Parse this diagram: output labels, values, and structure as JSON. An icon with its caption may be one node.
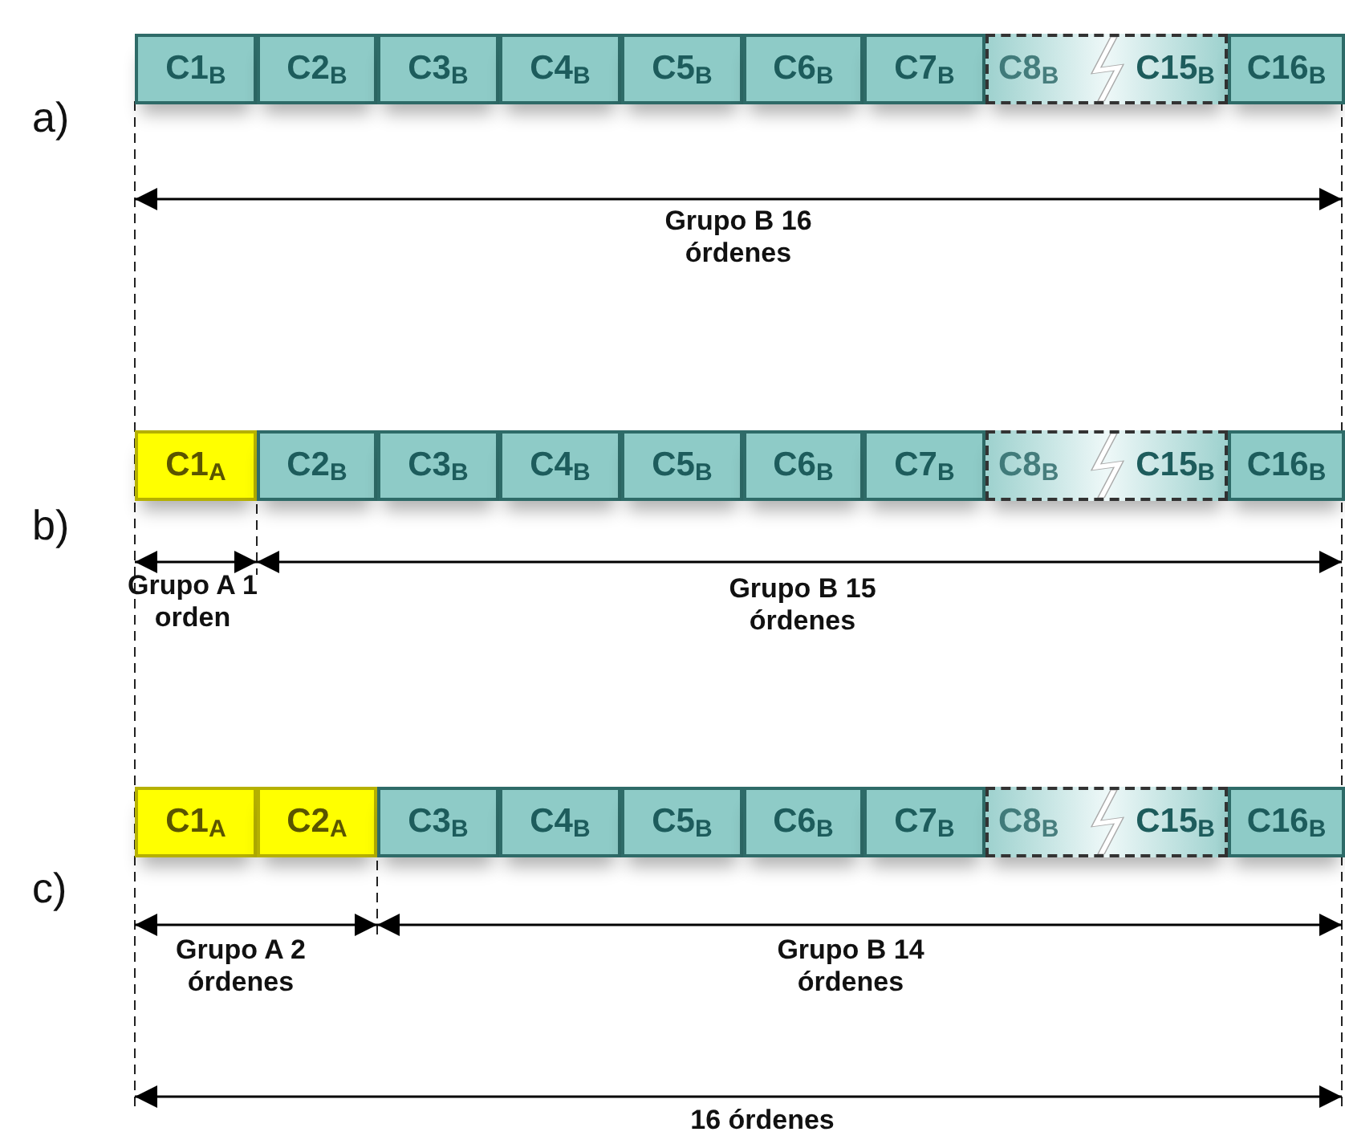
{
  "diagram": {
    "nodes": [
      {
        "text": [
          "C1$_{B}$"
        ]
      },
      {
        "text": [
          "C2$_{B}$"
        ]
      },
      {
        "text": [
          "C3$_{B}$"
        ]
      },
      {
        "text": [
          "C4$_{B}$"
        ]
      },
      {
        "text": [
          "C5$_{B}$"
        ]
      },
      {
        "text": [
          "C6$_{B}$"
        ]
      },
      {
        "text": [
          "C7$_{B}$"
        ]
      },
      {
        "text": [
          "C8$_{B}$",
          "C15$_{B}$"
        ]
      },
      {
        "text": [
          "C16$_{B}$"
        ]
      },
      {
        "text": [
          "C1$_{A}$"
        ]
      },
      {
        "text": [
          "C2$_{B}$"
        ]
      },
      {
        "text": [
          "C3$_{B}$"
        ]
      },
      {
        "text": [
          "C4$_{B}$"
        ]
      },
      {
        "text": [
          "C5$_{B}$"
        ]
      },
      {
        "text": [
          "C6$_{B}$"
        ]
      },
      {
        "text": [
          "C7$_{B}$"
        ]
      },
      {
        "text": [
          "C8$_{B}$",
          "C15$_{B}$"
        ]
      },
      {
        "text": [
          "C16$_{B}$"
        ]
      },
      {
        "text": [
          "C1$_{A}$"
        ]
      },
      {
        "text": [
          "C2$_{A}$"
        ]
      },
      {
        "text": [
          "C3$_{B}$"
        ]
      },
      {
        "text": [
          "C4$_{B}$"
        ]
      },
      {
        "text": [
          "C5$_{B}$"
        ]
      },
      {
        "text": [
          "C6$_{B}$"
        ]
      },
      {
        "text": [
          "C7$_{B}$"
        ]
      },
      {
        "text": [
          "C8$_{B}$",
          "C15$_{B}$"
        ]
      },
      {
        "text": [
          "C16$_{B}$"
        ]
      }
    ],
    "labels": [
      "a)",
      "Grupo B 16 órdenes",
      "b)",
      "Grupo A 1 orden",
      "Grupo B 15 órdenes",
      "c)",
      "Grupo A 2 órdenes",
      "Grupo B 14 órdenes",
      "16 órdenes"
    ]
  }
}
